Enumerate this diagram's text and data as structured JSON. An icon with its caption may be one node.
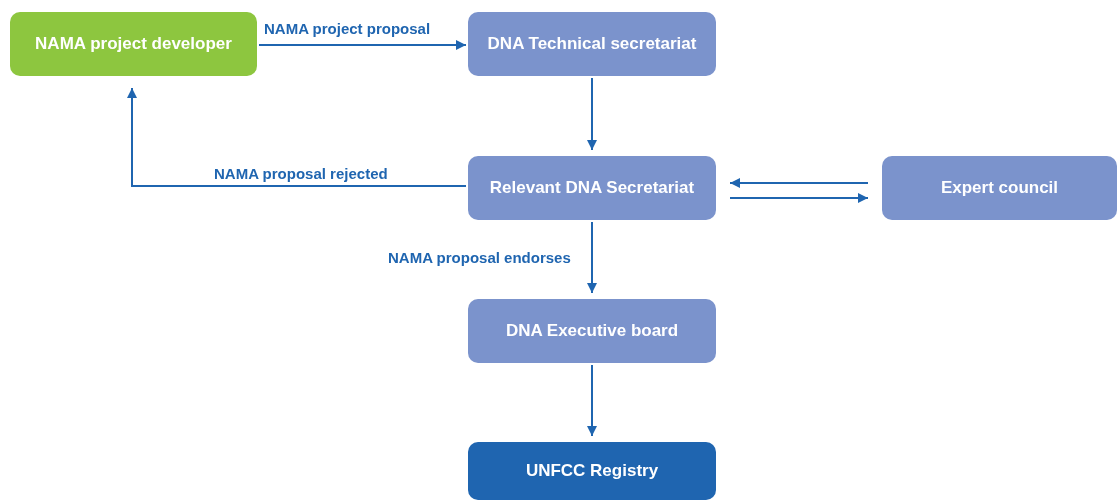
{
  "diagram": {
    "nodes": [
      {
        "text": [
          "NAMA project developer"
        ]
      },
      {
        "text": [
          "DNA Technical secretariat"
        ]
      },
      {
        "text": [
          "Relevant DNA Secretariat"
        ]
      },
      {
        "text": [
          "Expert council"
        ]
      },
      {
        "text": [
          "DNA Executive board"
        ]
      },
      {
        "text": [
          "UNFCC Registry"
        ]
      }
    ],
    "edges": [
      {
        "from": 0,
        "to": 1,
        "arrow": "to",
        "label": "NAMA project proposal"
      },
      {
        "from": 1,
        "to": 2,
        "arrow": "to"
      },
      {
        "from": 2,
        "to": 0,
        "arrow": "to",
        "label": "NAMA proposal rejected"
      },
      {
        "from": 3,
        "to": 2,
        "arrow": "to"
      },
      {
        "from": 2,
        "to": 3,
        "arrow": "to"
      },
      {
        "from": 2,
        "to": 4,
        "arrow": "to",
        "label": "NAMA proposal endorses"
      },
      {
        "from": 4,
        "to": 5,
        "arrow": "to"
      }
    ]
  }
}
